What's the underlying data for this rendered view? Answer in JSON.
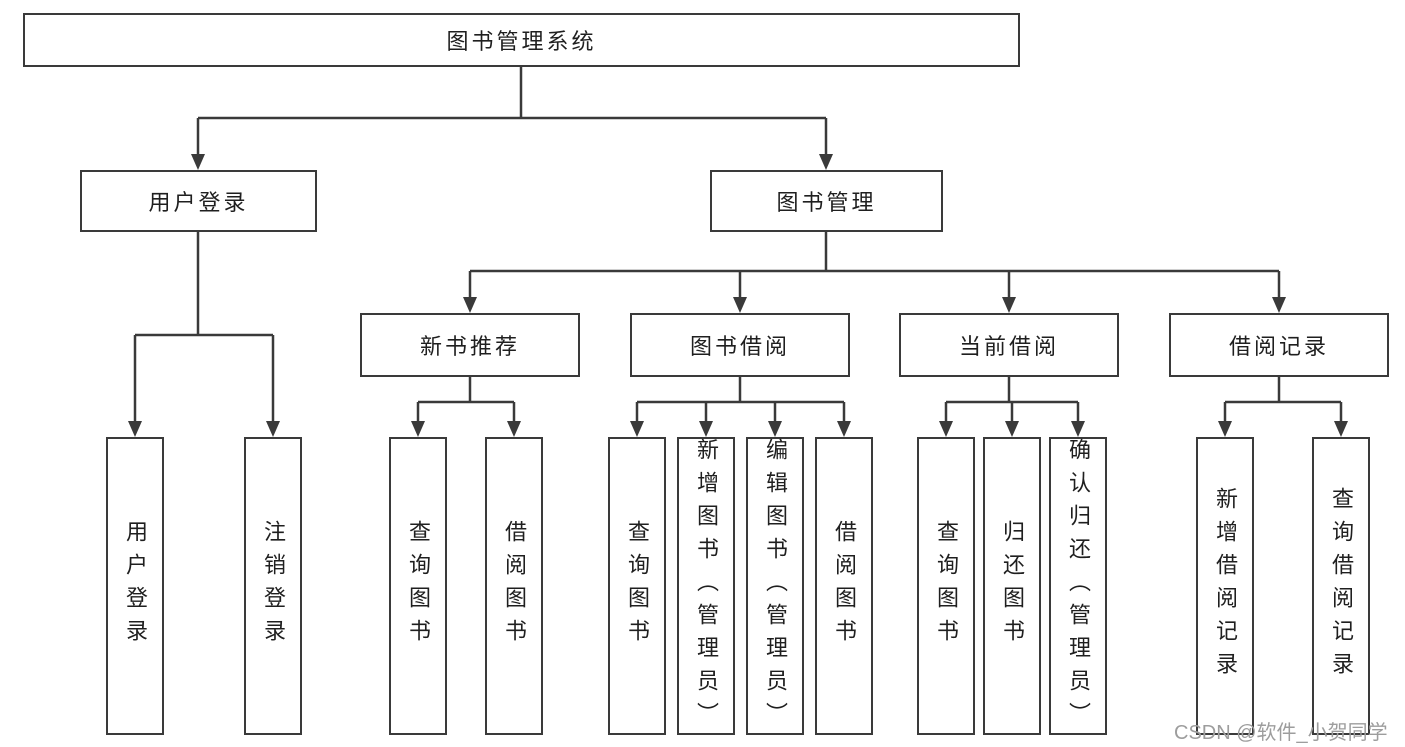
{
  "diagram": {
    "title_node": "图书管理系统",
    "colors": {
      "line": "#3a3a3a",
      "box_border": "#3a3a3a",
      "box_fill": "#ffffff",
      "text": "#1f1f1f",
      "background": "#ffffff",
      "watermark": "#9d9d9d"
    }
  },
  "nodes": {
    "root": "图书管理系统",
    "user_login": "用户登录",
    "book_mgmt": "图书管理",
    "new_book_rec": "新书推荐",
    "book_borrow": "图书借阅",
    "current_borrow": "当前借阅",
    "borrow_record": "借阅记录",
    "leaf_user_login": "用户登录",
    "leaf_logout": "注销登录",
    "nb_query_books": "查询图书",
    "nb_borrow_books": "借阅图书",
    "bb_query_books": "查询图书",
    "bb_add_books_admin": "新增图书（管理员）",
    "bb_edit_books_admin": "编辑图书（管理员）",
    "bb_borrow_books": "借阅图书",
    "cb_query_books": "查询图书",
    "cb_return_books": "归还图书",
    "cb_confirm_return_admin": "确认归还（管理员）",
    "br_add_record": "新增借阅记录",
    "br_query_record": "查询借阅记录"
  },
  "watermark": "CSDN @软件_小贺同学"
}
